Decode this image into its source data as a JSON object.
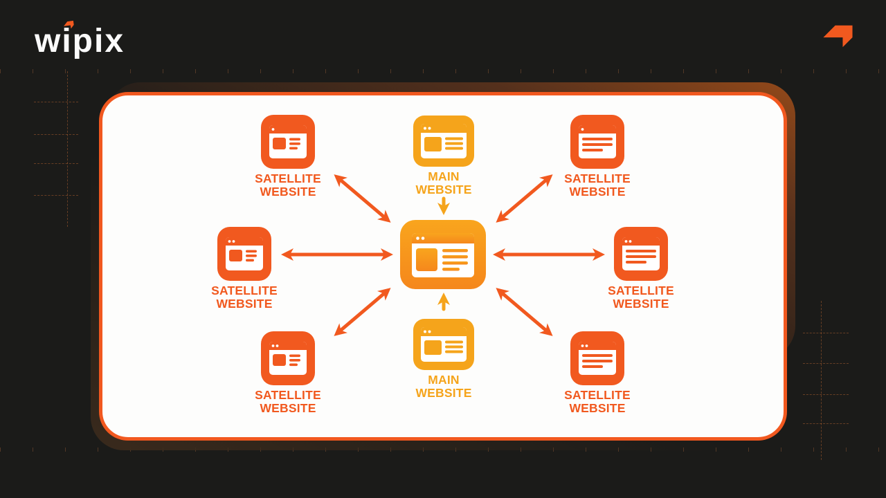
{
  "theme": {
    "bg": "#1B1B19",
    "card_bg": "#FDFDFC",
    "card_border": "#F1581F",
    "orange": "#F1591F",
    "amber": "#F5A41B",
    "center_grad_top": "#F9A51D",
    "center_grad_bottom": "#F5871C",
    "logo_color": "#FAFAFA"
  },
  "header": {
    "logo_text": "wipix",
    "logo_mark_icon": "brand-arrow-icon",
    "corner_icon": "brand-arrow-icon"
  },
  "diagram": {
    "center_node": {
      "id": "main-hub",
      "icon": "browser-window-icon"
    },
    "nodes": [
      {
        "id": "satellite-top-left",
        "line1": "SATELLITE",
        "line2": "WEBSITE",
        "type": "satellite",
        "icon": "browser-window-icon"
      },
      {
        "id": "main-top",
        "line1": "MAIN",
        "line2": "WEBSITE",
        "type": "main",
        "icon": "browser-window-icon"
      },
      {
        "id": "satellite-top-right",
        "line1": "SATELLITE",
        "line2": "WEBSITE",
        "type": "satellite",
        "icon": "browser-article-icon"
      },
      {
        "id": "satellite-mid-left",
        "line1": "SATELLITE",
        "line2": "WEBSITE",
        "type": "satellite",
        "icon": "browser-window-icon"
      },
      {
        "id": "satellite-mid-right",
        "line1": "SATELLITE",
        "line2": "WEBSITE",
        "type": "satellite",
        "icon": "browser-article-icon"
      },
      {
        "id": "satellite-bottom-left",
        "line1": "SATELLITE",
        "line2": "WEBSITE",
        "type": "satellite",
        "icon": "browser-window-icon"
      },
      {
        "id": "main-bottom",
        "line1": "MAIN",
        "line2": "WEBSITE",
        "type": "main",
        "icon": "browser-window-icon"
      },
      {
        "id": "satellite-bottom-right",
        "line1": "SATELLITE",
        "line2": "WEBSITE",
        "type": "satellite",
        "icon": "browser-article-icon"
      }
    ],
    "connections": [
      {
        "from": "satellite-top-left",
        "to": "main-hub",
        "style": "bidirectional"
      },
      {
        "from": "main-top",
        "to": "main-hub",
        "style": "one-way"
      },
      {
        "from": "satellite-top-right",
        "to": "main-hub",
        "style": "bidirectional"
      },
      {
        "from": "satellite-mid-left",
        "to": "main-hub",
        "style": "bidirectional"
      },
      {
        "from": "satellite-mid-right",
        "to": "main-hub",
        "style": "bidirectional"
      },
      {
        "from": "satellite-bottom-left",
        "to": "main-hub",
        "style": "bidirectional"
      },
      {
        "from": "main-bottom",
        "to": "main-hub",
        "style": "one-way"
      },
      {
        "from": "satellite-bottom-right",
        "to": "main-hub",
        "style": "bidirectional"
      }
    ]
  }
}
